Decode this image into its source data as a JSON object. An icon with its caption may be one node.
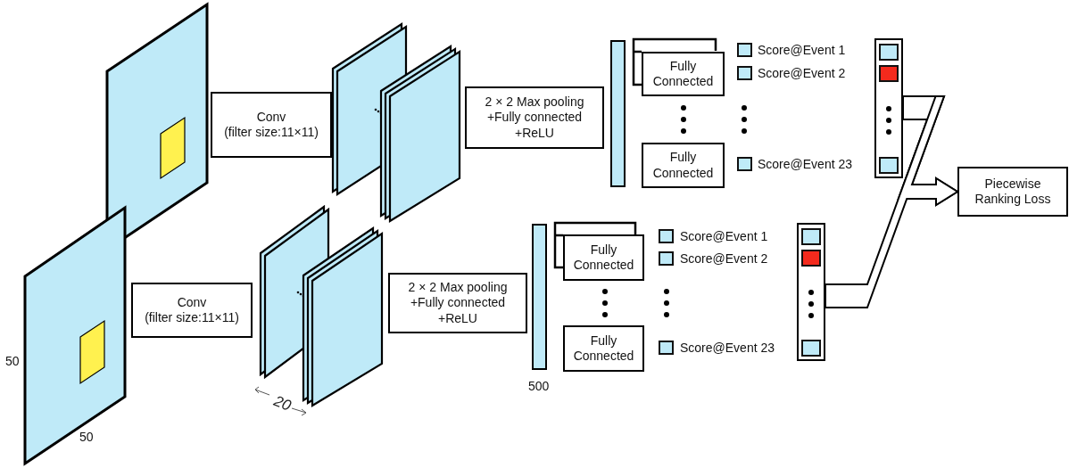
{
  "diagram": {
    "nodes": [
      {
        "text": [
          "Conv",
          "(filter size:11×11)"
        ]
      },
      {
        "text": [
          "2 × 2 Max pooling +Fully connected +ReLU"
        ]
      },
      {
        "text": [],
        "shape": "bar"
      },
      {
        "text": [
          "Fully Connected"
        ]
      },
      {
        "text": [
          "Fully Connected"
        ]
      },
      {
        "text": [],
        "shape": "box"
      },
      {
        "text": [
          "Conv",
          "(filter size:11×11)"
        ]
      },
      {
        "text": [
          "2 × 2 Max pooling +Fully connected +ReLU"
        ]
      },
      {
        "text": [],
        "shape": "bar"
      },
      {
        "text": [
          "Fully Connected"
        ]
      },
      {
        "text": [
          "Fully Connected"
        ]
      },
      {
        "text": [],
        "shape": "box"
      },
      {
        "text": [
          "Piecewise Ranking Loss"
        ]
      }
    ],
    "edges": [
      {
        "from": 5,
        "to": 12,
        "arrow": "to"
      },
      {
        "from": 11,
        "to": 12,
        "arrow": "to"
      }
    ],
    "labels": [
      "Score@Event 1",
      "Score@Event 2",
      "Score@Event 23",
      "Score@Event 1",
      "Score@Event 2",
      "Score@Event 23",
      "50",
      "500",
      "20",
      "50"
    ]
  }
}
